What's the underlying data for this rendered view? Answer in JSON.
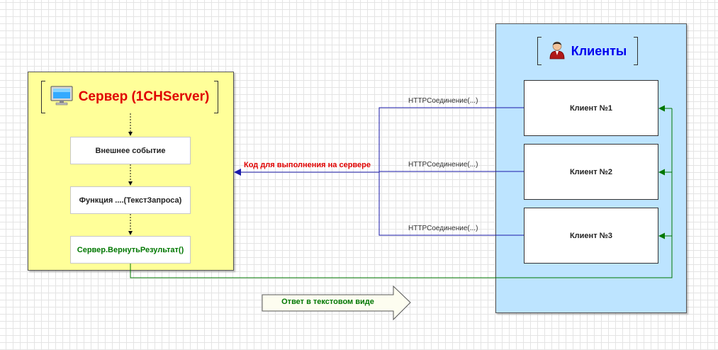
{
  "server": {
    "title": "Сервер (1CHServer)",
    "icon": "monitor-icon",
    "steps": [
      "Внешнее событие",
      "Функция ....(ТекстЗапроса)",
      "Сервер.ВернутьРезультат()"
    ]
  },
  "clients": {
    "title": "Клиенты",
    "icon": "user-icon",
    "items": [
      "Клиент №1",
      "Клиент №2",
      "Клиент №3"
    ]
  },
  "connections": [
    "HTTPСоединение(...)",
    "HTTPСоединение(...)",
    "HTTPСоединение(...)"
  ],
  "request_label": "Код для выполнения на сервере",
  "response_label": "Ответ в текстовом виде",
  "colors": {
    "server_panel": "#ffff99",
    "clients_panel": "#bde4ff",
    "request_line": "#1a1aaa",
    "response_line": "#007700",
    "server_title": "#e00000",
    "clients_title": "#0000ee"
  }
}
